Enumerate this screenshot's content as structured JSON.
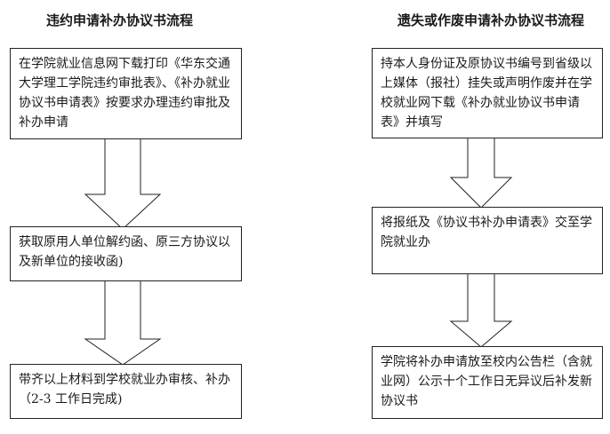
{
  "left": {
    "title": "违约申请补办协议书流程",
    "steps": [
      "在学院就业信息网下载打印《华东交通大学理工学院违约审批表》、《补办就业协议书申请表》按要求办理违约审批及补办申请",
      "获取原用人单位解约函、原三方协议以及新单位的接收函)",
      "带齐以上材料到学校就业办审核、补办（2-3 工作日完成)"
    ]
  },
  "right": {
    "title": "遗失或作废申请补办协议书流程",
    "steps": [
      "持本人身份证及原协议书编号到省级以上媒体（报社）挂失或声明作废并在学校就业网下载《补办就业协议书申请表》并填写",
      "将报纸及《协议书补办申请表》交至学院就业办",
      "学院将补办申请放至校内公告栏（含就业网）公示十个工作日无异议后补发新协议书"
    ]
  }
}
